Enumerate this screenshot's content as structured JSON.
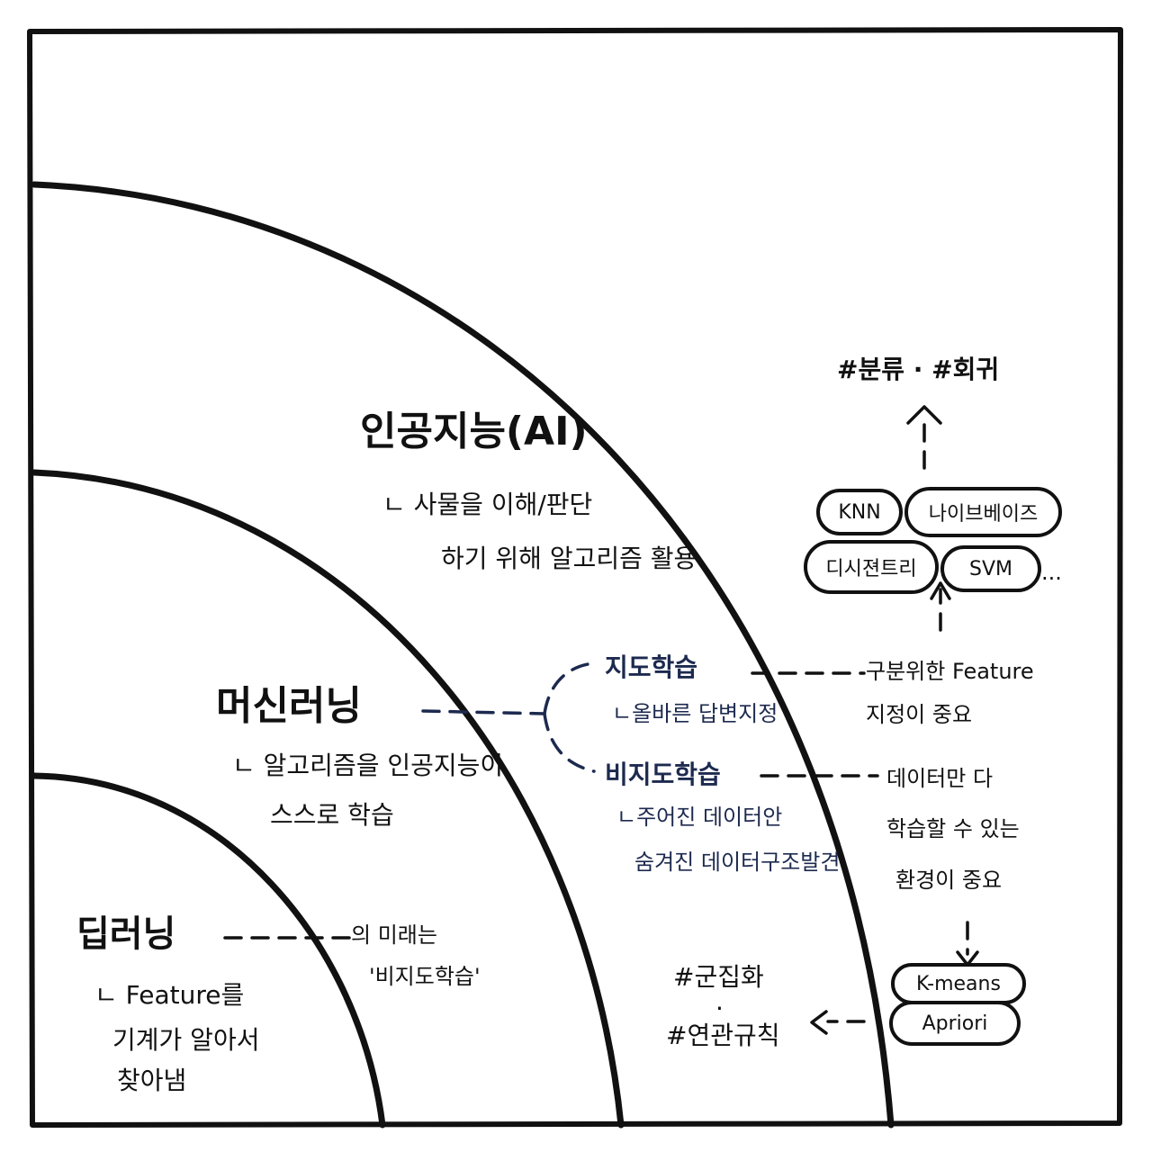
{
  "diagram": {
    "ai": {
      "title": "인공지능(AI)",
      "desc_line1": "ㄴ 사물을 이해/판단",
      "desc_line2": "하기 위해 알고리즘 활용"
    },
    "ml": {
      "title": "머신러닝",
      "desc_line1": "ㄴ 알고리즘을 인공지능이",
      "desc_line2": "스스로 학습"
    },
    "dl": {
      "title": "딥러닝",
      "desc_line1": "ㄴ Feature를",
      "desc_line2": "기계가 알아서",
      "desc_line3": "찾아냄",
      "future_line1": "의 미래는",
      "future_line2": "'비지도학습'"
    },
    "supervised": {
      "title": "지도학습",
      "desc": "ㄴ올바른 답변지정",
      "note_line1": "구분위한 Feature",
      "note_line2": "지정이 중요"
    },
    "unsupervised": {
      "title": "비지도학습",
      "desc_line1": "ㄴ주어진 데이터안",
      "desc_line2": "숨겨진 데이터구조발견",
      "note_line1": "데이터만 다",
      "note_line2": "학습할 수 있는",
      "note_line3": "환경이 중요"
    },
    "tags_top": "#분류 · #회귀",
    "tags_bottom_line1": "#군집화",
    "tags_bottom_dot": "·",
    "tags_bottom_line2": "#연관규칙",
    "supervised_algorithms": [
      "KNN",
      "나이브베이즈",
      "디시젼트리",
      "SVM"
    ],
    "ellipsis": "...",
    "unsupervised_algorithms": [
      "K-means",
      "Apriori"
    ]
  }
}
